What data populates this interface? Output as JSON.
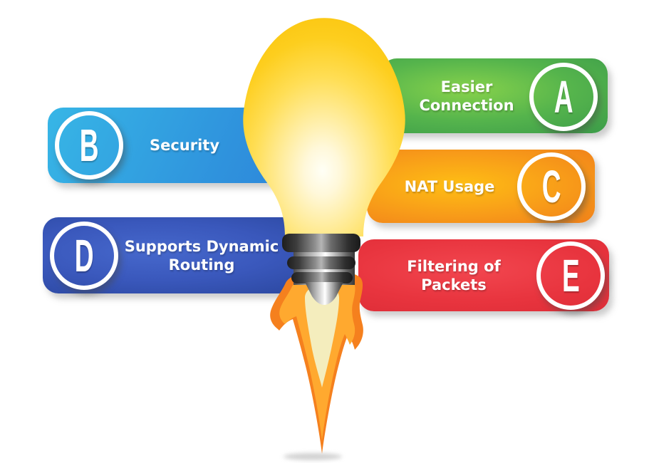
{
  "items": [
    {
      "id": "A",
      "label": "Easier Connection",
      "lines": [
        "Easier",
        "Connection"
      ],
      "color": "#45a84c",
      "side": "right"
    },
    {
      "id": "B",
      "label": "Security",
      "lines": [
        "Security"
      ],
      "color": "#2f9ade",
      "side": "left"
    },
    {
      "id": "C",
      "label": "NAT Usage",
      "lines": [
        "NAT Usage"
      ],
      "color": "#f6951b",
      "side": "right"
    },
    {
      "id": "D",
      "label": "Supports Dynamic Routing",
      "lines": [
        "Supports Dynamic",
        "Routing"
      ],
      "color": "#3858bd",
      "side": "left"
    },
    {
      "id": "E",
      "label": "Filtering of Packets",
      "lines": [
        "Filtering of",
        "Packets"
      ],
      "color": "#e8343e",
      "side": "right"
    }
  ],
  "bulb": {
    "glass_color": "#fbc40d",
    "glow_color": "#fffff6",
    "base_color": "#3a3a3a",
    "flame_outer_color": "#f5801e",
    "flame_mid_color": "#ffa92f",
    "flame_inner_color": "#f4edbd"
  }
}
